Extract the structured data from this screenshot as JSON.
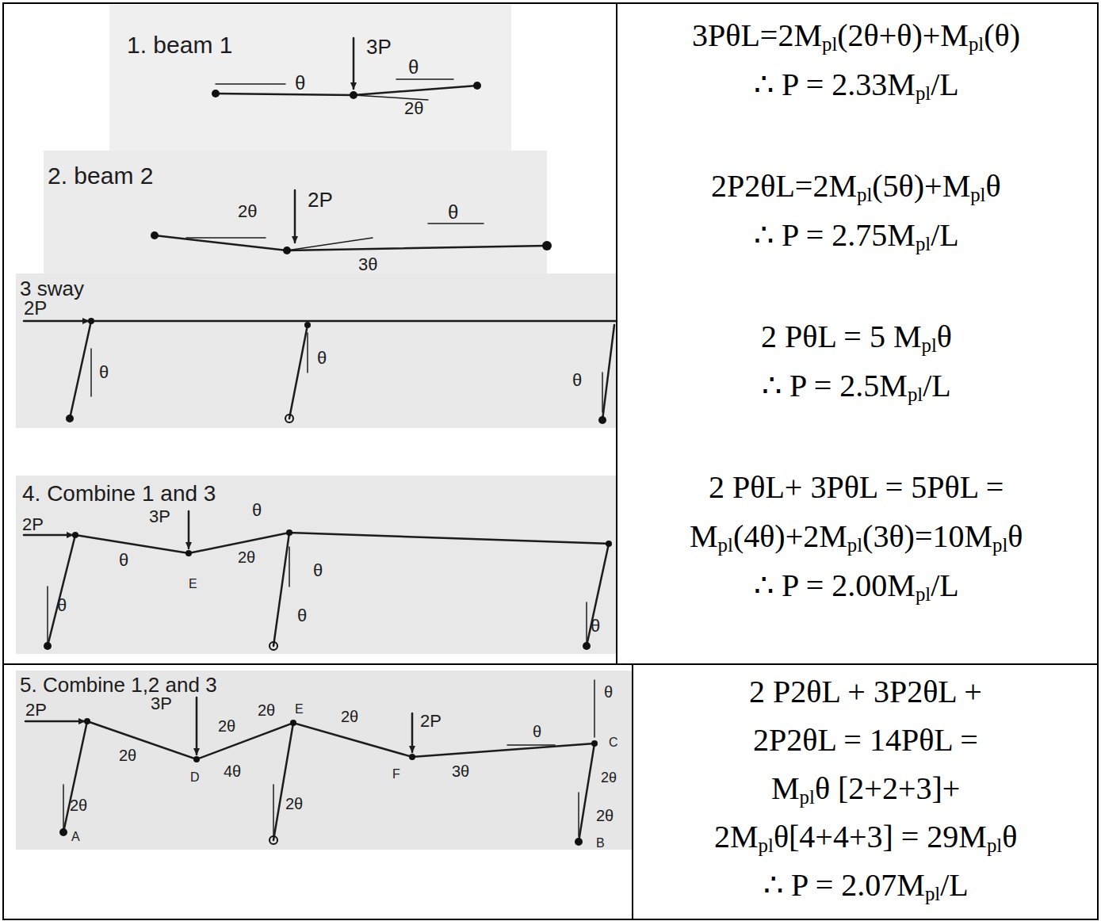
{
  "diagram": {
    "labels": [
      "1. beam 1",
      "3P",
      "θ",
      "θ",
      "2θ",
      "3PθL=2Mpl(2θ+θ)+Mpl(θ)",
      "∴ P = 2.33Mpl/L",
      "2. beam 2",
      "2θ",
      "2P",
      "θ",
      "3θ",
      "2P2θL=2Mpl(5θ)+Mplθ",
      "∴ P = 2.75Mpl/L",
      "3 sway",
      "2P",
      "θ",
      "θ",
      "θ",
      "2 PθL = 5 Mplθ",
      "∴ P = 2.5Mpl/L",
      "4. Combine 1 and 3",
      "2P",
      "3P",
      "θ",
      "θ",
      "2θ",
      "E",
      "θ",
      "θ",
      "θ",
      "θ",
      "2 PθL+ 3PθL = 5PθL =",
      "Mpl(4θ)+2Mpl(3θ)=10Mplθ",
      "∴ P = 2.00Mpl/L",
      "5. Combine 1,2 and 3",
      "2P",
      "3P",
      "2θ",
      "2θ",
      "4θ",
      "2θ",
      "E",
      "2θ",
      "2P",
      "3θ",
      "F",
      "D",
      "θ",
      "θ",
      "C",
      "2θ",
      "2θ",
      "2θ",
      "2θ",
      "A",
      "B",
      "2 P2θL + 3P2θL +",
      "2P2θL = 14PθL =",
      "Mplθ [2+2+3]+",
      "2Mplθ[4+4+3] = 29Mplθ",
      "∴ P = 2.07Mpl/L"
    ]
  }
}
